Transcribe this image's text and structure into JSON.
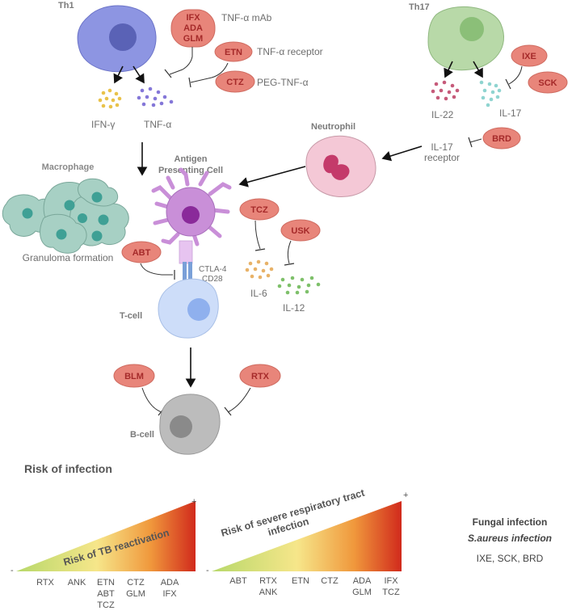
{
  "cells": {
    "th1": "Th1",
    "th17": "Th17",
    "macrophage": "Macrophage",
    "apc_line1": "Antigen",
    "apc_line2": "Presenting Cell",
    "neutrophil": "Neutrophil",
    "tcell": "T-cell",
    "bcell": "B-cell"
  },
  "labels": {
    "tnf_mab": "TNF-α mAb",
    "tnf_receptor": "TNF-α receptor",
    "peg_tnf": "PEG-TNF-α",
    "ifn_gamma": "IFN-γ",
    "tnf_alpha": "TNF-α",
    "il22": "IL-22",
    "il17": "IL-17",
    "il17_receptor_1": "IL-17",
    "il17_receptor_2": "receptor",
    "granuloma": "Granuloma formation",
    "ctla4": "CTLA-4",
    "cd28": "CD28",
    "il6": "IL-6",
    "il12": "IL-12"
  },
  "drugs": {
    "ifx": "IFX",
    "ada": "ADA",
    "glm": "GLM",
    "etn": "ETN",
    "ctz": "CTZ",
    "ixe": "IXE",
    "sck": "SCK",
    "brd": "BRD",
    "tcz": "TCZ",
    "usk": "USK",
    "abt": "ABT",
    "blm": "BLM",
    "rtx": "RTX"
  },
  "risk": {
    "heading": "Risk of infection",
    "plus": "+",
    "minus": "-",
    "tb": {
      "title": "Risk of TB reactivation",
      "ticks": [
        [
          "RTX"
        ],
        [
          "ANK"
        ],
        [
          "ETN",
          "ABT",
          "TCZ"
        ],
        [
          "CTZ",
          "GLM"
        ],
        [
          "ADA",
          "IFX"
        ]
      ]
    },
    "resp": {
      "title_line1": "Risk of severe respiratory tract",
      "title_line2": "infection",
      "ticks": [
        [
          "ABT"
        ],
        [
          "RTX",
          "ANK"
        ],
        [
          "ETN"
        ],
        [
          "CTZ"
        ],
        [
          "ADA",
          "GLM"
        ],
        [
          "IFX",
          "TCZ"
        ]
      ]
    },
    "fungal": "Fungal infection",
    "saureus": "S.aureus infection",
    "fungal_drugs": "IXE, SCK, BRD"
  },
  "colors": {
    "drug_fill": "#e8857a",
    "drug_text": "#a52a2a",
    "th1": "#8a93e0",
    "th17": "#b8d8a8",
    "apc": "#c98fd8",
    "tcell": "#c7d8f8",
    "bcell": "#b8b8b8",
    "neutrophil": "#f3c6d3",
    "gradient_low": "#b5d66a",
    "gradient_mid": "#f6e58a",
    "gradient_high": "#d42a1c"
  }
}
